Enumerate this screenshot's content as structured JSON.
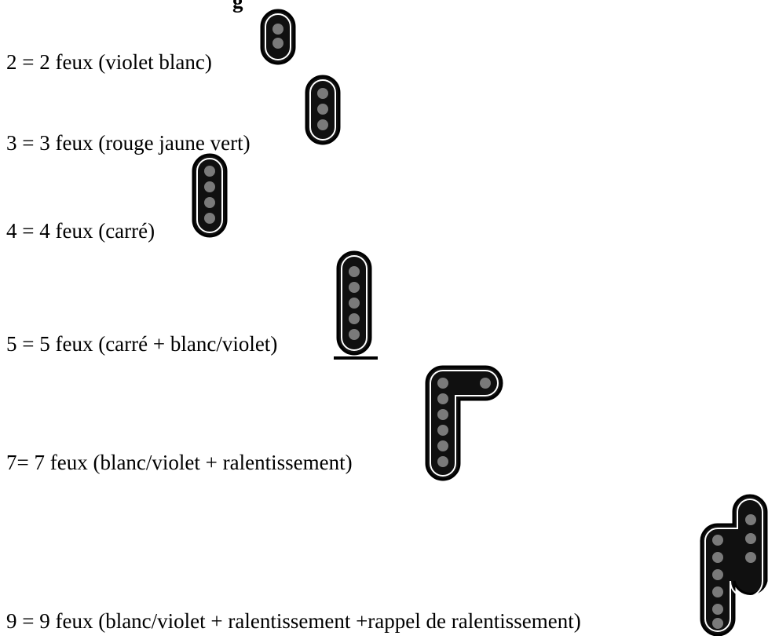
{
  "heading_fragment": "g",
  "rows": [
    {
      "label": "2 = 2 feux (violet blanc)",
      "lights": 2,
      "signal_icon": "two-light-signal-icon"
    },
    {
      "label": "3 = 3 feux (rouge jaune vert)",
      "lights": 3,
      "signal_icon": "three-light-signal-icon"
    },
    {
      "label": "4 = 4 feux (carré)",
      "lights": 4,
      "signal_icon": "four-light-signal-icon"
    },
    {
      "label": "5 = 5 feux (carré + blanc/violet)",
      "lights": 5,
      "signal_icon": "five-light-signal-icon"
    },
    {
      "label": "7= 7 feux (blanc/violet + ralentissement)",
      "lights": 7,
      "signal_icon": "seven-light-signal-icon"
    },
    {
      "label": "9 = 9 feux (blanc/violet + ralentissement +rappel de ralentissement)",
      "lights": 9,
      "signal_icon": "nine-light-signal-icon"
    }
  ],
  "colors": {
    "signal_body": "#101010",
    "signal_outline": "#ffffff",
    "lamp_off": "#7a7a7a"
  }
}
